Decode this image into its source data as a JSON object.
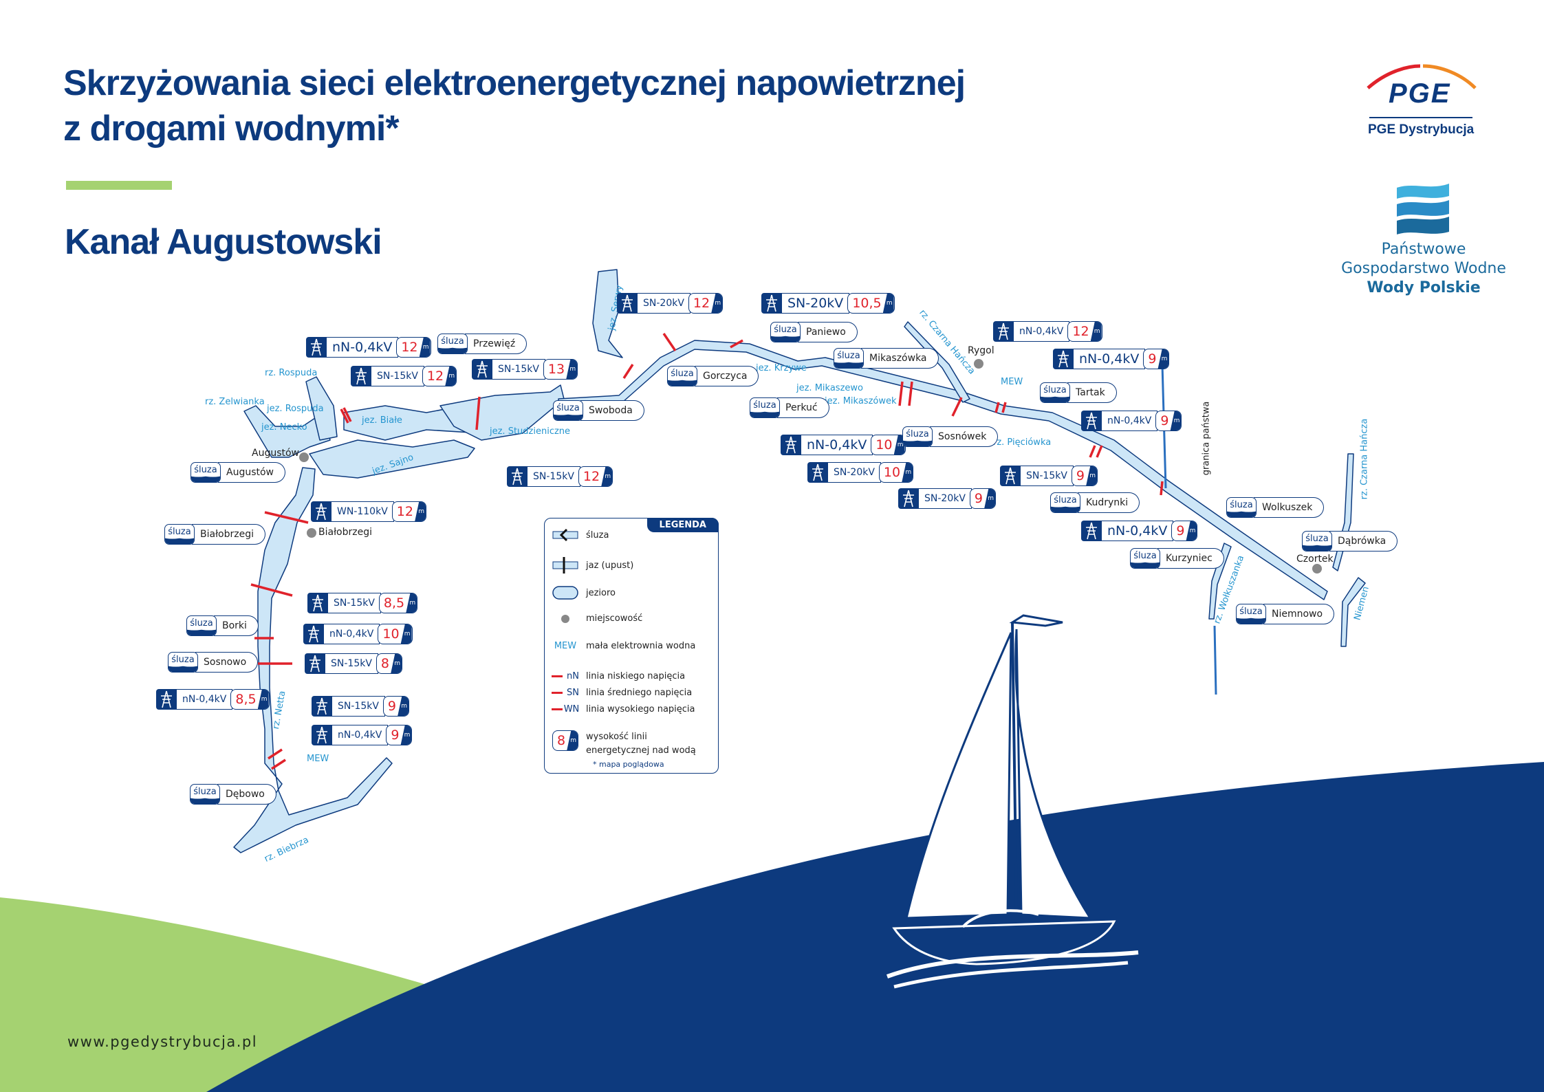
{
  "header": {
    "title_line1": "Skrzyżowania sieci elektroenergetycznej napowietrznej",
    "title_line2": "z drogami wodnymi*",
    "subtitle": "Kanał Augustowski"
  },
  "logos": {
    "pge_mark": "PGE",
    "pge_name": "PGE Dystrybucja",
    "wody_line1": "Państwowe",
    "wody_line2": "Gospodarstwo Wodne",
    "wody_line3": "Wody Polskie"
  },
  "footer": {
    "url": "www.pgedystrybucja.pl"
  },
  "colors": {
    "navy": "#0d3a7e",
    "green": "#a5d271",
    "water": "#cde6f7",
    "water_label": "#2595cf",
    "line_red": "#e0222b"
  },
  "water_labels": [
    "rz. Rospuda",
    "rz. Zelwianka",
    "jez. Rospuda",
    "jez. Necko",
    "jez. Białe",
    "jez. Sajno",
    "jez. Studzieniczne",
    "jez. Serwy",
    "jez. Krzywe",
    "jez. Mikaszewo",
    "jez. Mikaszówek",
    "rz. Czarna Hańcza",
    "MEW",
    "rz. Pięciówka",
    "rz. Wołkuszanka",
    "rz. Czarna Hańcza",
    "Niemen",
    "rz. Netta",
    "MEW",
    "rz. Biebrza"
  ],
  "towns": [
    "Augustów",
    "Białobrzegi",
    "Rygol",
    "Czortek"
  ],
  "border_label": "granica państwa",
  "locks": [
    {
      "key": "śluza",
      "name": "Przewięź"
    },
    {
      "key": "śluza",
      "name": "Swoboda"
    },
    {
      "key": "śluza",
      "name": "Gorczyca"
    },
    {
      "key": "śluza",
      "name": "Paniewo"
    },
    {
      "key": "śluza",
      "name": "Perkuć"
    },
    {
      "key": "śluza",
      "name": "Mikaszówka"
    },
    {
      "key": "śluza",
      "name": "Sosnówek"
    },
    {
      "key": "śluza",
      "name": "Tartak"
    },
    {
      "key": "śluza",
      "name": "Kudrynki"
    },
    {
      "key": "śluza",
      "name": "Kurzyniec"
    },
    {
      "key": "śluza",
      "name": "Wolkuszek"
    },
    {
      "key": "śluza",
      "name": "Dąbrówka"
    },
    {
      "key": "śluza",
      "name": "Niemnowo"
    },
    {
      "key": "śluza",
      "name": "Augustów"
    },
    {
      "key": "śluza",
      "name": "Białobrzegi"
    },
    {
      "key": "śluza",
      "name": "Borki"
    },
    {
      "key": "śluza",
      "name": "Sosnowo"
    },
    {
      "key": "śluza",
      "name": "Dębowo"
    }
  ],
  "crossings": [
    {
      "line": "nN-0,4kV",
      "height_m": "12"
    },
    {
      "line": "SN-15kV",
      "height_m": "12"
    },
    {
      "line": "SN-15kV",
      "height_m": "13"
    },
    {
      "line": "SN-15kV",
      "height_m": "12"
    },
    {
      "line": "SN-20kV",
      "height_m": "12"
    },
    {
      "line": "SN-20kV",
      "height_m": "10,5"
    },
    {
      "line": "nN-0,4kV",
      "height_m": "10"
    },
    {
      "line": "SN-20kV",
      "height_m": "10"
    },
    {
      "line": "SN-20kV",
      "height_m": "9"
    },
    {
      "line": "nN-0,4kV",
      "height_m": "12"
    },
    {
      "line": "nN-0,4kV",
      "height_m": "9"
    },
    {
      "line": "nN-0,4kV",
      "height_m": "9"
    },
    {
      "line": "SN-15kV",
      "height_m": "9"
    },
    {
      "line": "nN-0,4kV",
      "height_m": "9"
    },
    {
      "line": "WN-110kV",
      "height_m": "12"
    },
    {
      "line": "SN-15kV",
      "height_m": "8,5"
    },
    {
      "line": "nN-0,4kV",
      "height_m": "10"
    },
    {
      "line": "SN-15kV",
      "height_m": "8"
    },
    {
      "line": "nN-0,4kV",
      "height_m": "8,5"
    },
    {
      "line": "SN-15kV",
      "height_m": "9"
    },
    {
      "line": "nN-0,4kV",
      "height_m": "9"
    }
  ],
  "legend": {
    "title": "LEGENDA",
    "items": [
      {
        "symbol": "lock",
        "label": "śluza"
      },
      {
        "symbol": "weir",
        "label": "jaz (upust)"
      },
      {
        "symbol": "lake",
        "label": "jezioro"
      },
      {
        "symbol": "town-dot",
        "label": "miejscowość"
      },
      {
        "symbol": "MEW",
        "label": "mała elektrownia wodna"
      },
      {
        "symbol": "nN",
        "label": "linia niskiego napięcia"
      },
      {
        "symbol": "SN",
        "label": "linia średniego napięcia"
      },
      {
        "symbol": "WN",
        "label": "linia wysokiego napięcia"
      },
      {
        "symbol": "8",
        "label": "wysokość linii energetycznej nad wodą"
      }
    ],
    "height_unit": "m",
    "note": "* mapa poglądowa"
  }
}
